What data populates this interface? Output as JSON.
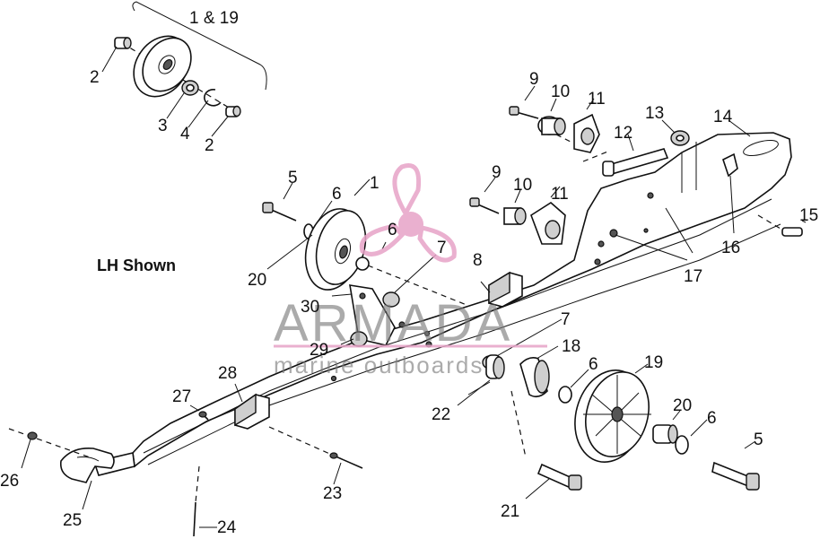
{
  "view_label": "LH Shown",
  "group_label": "1 & 19",
  "watermark": {
    "brand": "ARMADA",
    "tagline": "marine outboards",
    "color": "#e7a3c7"
  },
  "callouts": {
    "c1_top": "1",
    "c19_top": "19",
    "c2a": "2",
    "c3": "3",
    "c4": "4",
    "c2b": "2",
    "c9a": "9",
    "c10a": "10",
    "c11a": "11",
    "c13": "13",
    "c12": "12",
    "c14": "14",
    "c5a": "5",
    "c6a": "6",
    "c1": "1",
    "c9b": "9",
    "c10b": "10",
    "c11b": "11",
    "c15": "15",
    "c6b": "6",
    "c7a": "7",
    "c8": "8",
    "c16": "16",
    "c17": "17",
    "c20a": "20",
    "c30": "30",
    "c7b": "7",
    "c18": "18",
    "c29": "29",
    "c6c": "6",
    "c19": "19",
    "c28": "28",
    "c27": "27",
    "c22": "22",
    "c20b": "20",
    "c6d": "6",
    "c5b": "5",
    "c26": "26",
    "c23": "23",
    "c25": "25",
    "c21": "21",
    "c24": "24"
  }
}
